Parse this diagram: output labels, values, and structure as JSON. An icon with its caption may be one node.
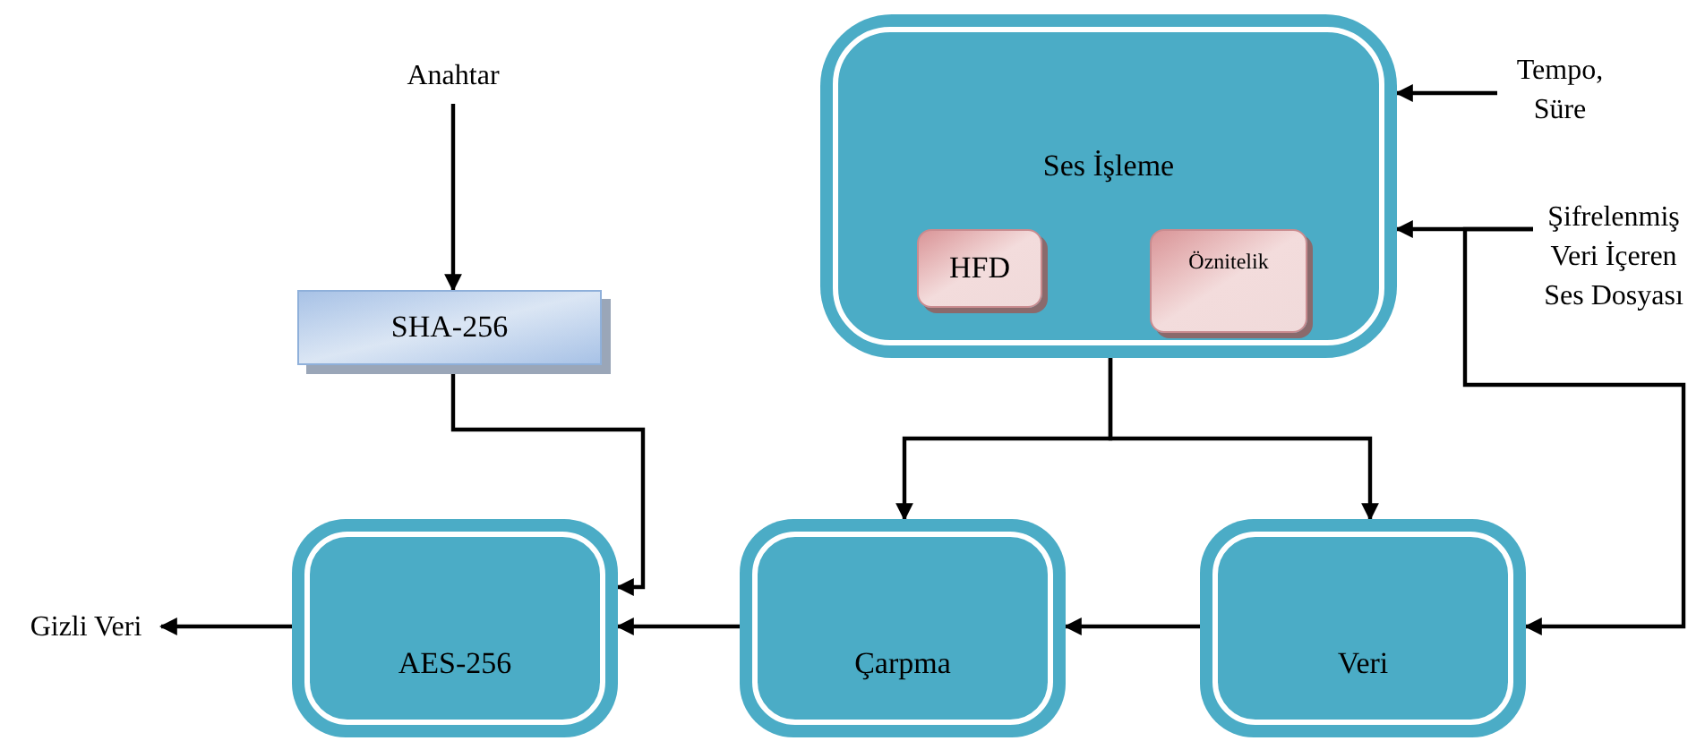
{
  "diagram": {
    "nodes": [
      {
        "text": [
          "Anahtar"
        ]
      },
      {
        "text": [
          "SHA-256"
        ]
      },
      {
        "text": [
          "Ses İşleme"
        ]
      },
      {
        "text": [
          "HFD"
        ],
        "in": 2
      },
      {
        "text": [
          "Öznitelik"
        ],
        "in": 2
      },
      {
        "text": [
          "Tempo, Süre"
        ]
      },
      {
        "text": [
          "Şifrelenmiş Veri İçeren Ses Dosyası"
        ]
      },
      {
        "text": [
          "AES-256"
        ]
      },
      {
        "text": [
          "Çarpma"
        ]
      },
      {
        "text": [
          "Veri"
        ]
      },
      {
        "text": [
          "Gizli Veri"
        ]
      }
    ],
    "edges": [
      {
        "from": 0,
        "to": 1,
        "arrow": "to"
      },
      {
        "from": 1,
        "to": 7,
        "arrow": "to"
      },
      {
        "from": 5,
        "to": 2,
        "arrow": "to"
      },
      {
        "from": 6,
        "to": 2,
        "arrow": "to"
      },
      {
        "from": 6,
        "to": 9,
        "arrow": "to"
      },
      {
        "from": 2,
        "to": 8,
        "arrow": "to"
      },
      {
        "from": 2,
        "to": 9,
        "arrow": "to"
      },
      {
        "from": 9,
        "to": 8,
        "arrow": "to"
      },
      {
        "from": 8,
        "to": 7,
        "arrow": "to"
      },
      {
        "from": 7,
        "to": 10,
        "arrow": "to"
      }
    ]
  }
}
